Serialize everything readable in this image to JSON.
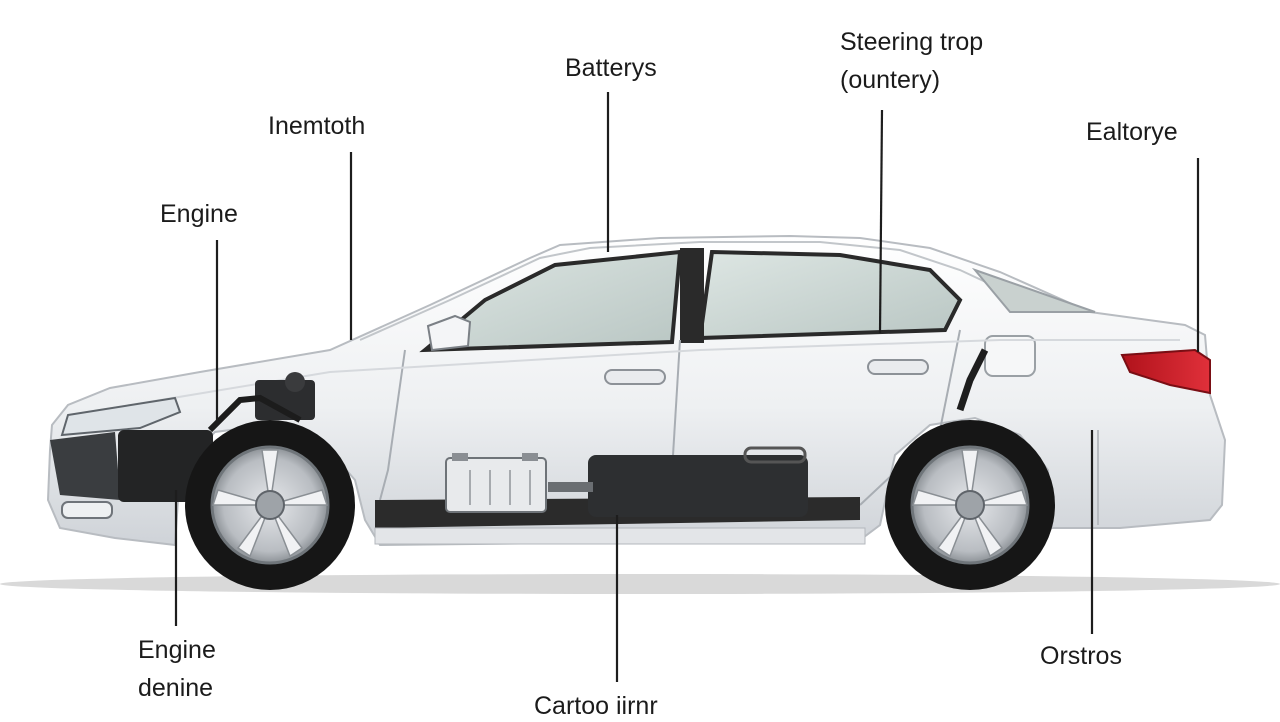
{
  "labels": {
    "batteries": "Batterys",
    "steering_line1": "Steering trop",
    "steering_line2": "(ountery)",
    "inemtoth": "Inemtoth",
    "engine_top": "Engine",
    "ealtorye": "Ealtorye",
    "engine_bottom_line1": "Engine",
    "engine_bottom_line2": "denine",
    "cartoo": "Cartoo iirnr",
    "orstros": "Orstros"
  },
  "colors": {
    "body": "#f3f4f6",
    "body_shadow": "#d4d7dc",
    "window": "#c9d4d2",
    "tire": "#1a1a1a",
    "rim": "#c4c7cb",
    "tail_light": "#d0202a",
    "label_text": "#1b1b1b"
  }
}
